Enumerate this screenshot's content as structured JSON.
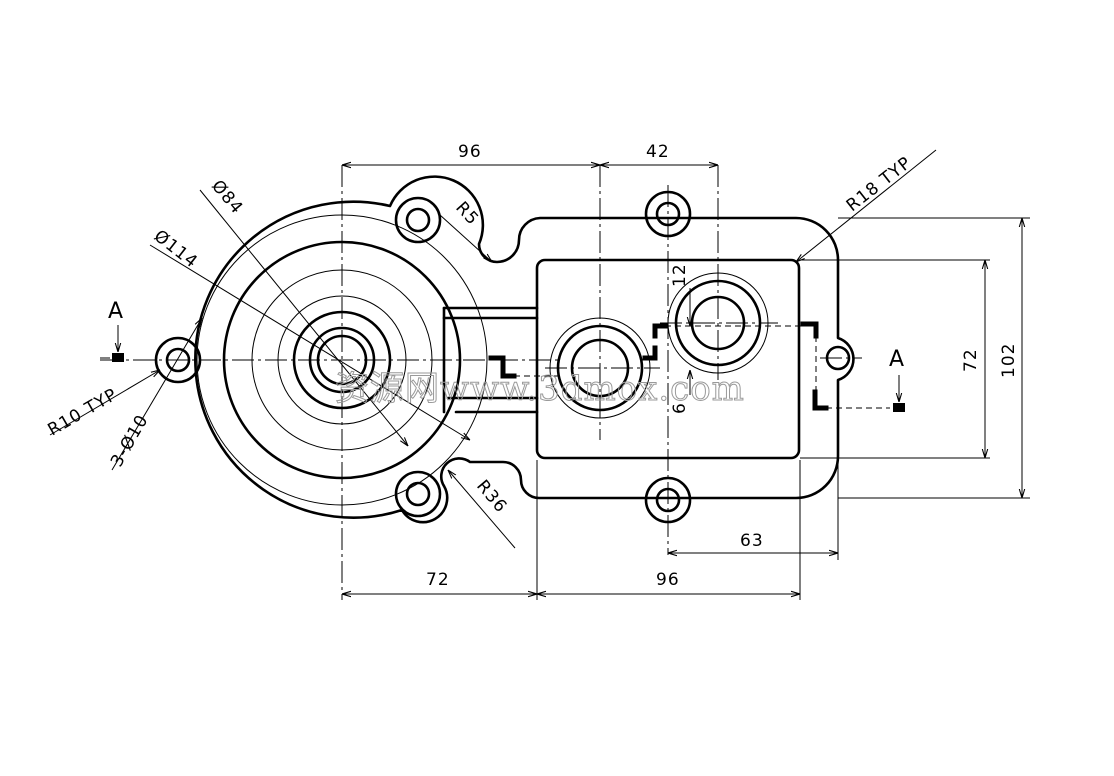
{
  "dimensions": {
    "top_96": "96",
    "top_42": "42",
    "r18_typ": "R18 TYP",
    "r5": "R5",
    "d84": "Ø84",
    "d114": "Ø114",
    "r10_typ": "R10 TYP",
    "holes_3_d10": "3-Ø10",
    "r36": "R36",
    "v_12": "12",
    "v_6": "6",
    "v_72": "72",
    "v_102": "102",
    "h_63": "63",
    "bottom_72": "72",
    "bottom_96": "96"
  },
  "section_labels": {
    "left": "A",
    "right": "A"
  },
  "watermark": "资源网www.3dmox.com"
}
